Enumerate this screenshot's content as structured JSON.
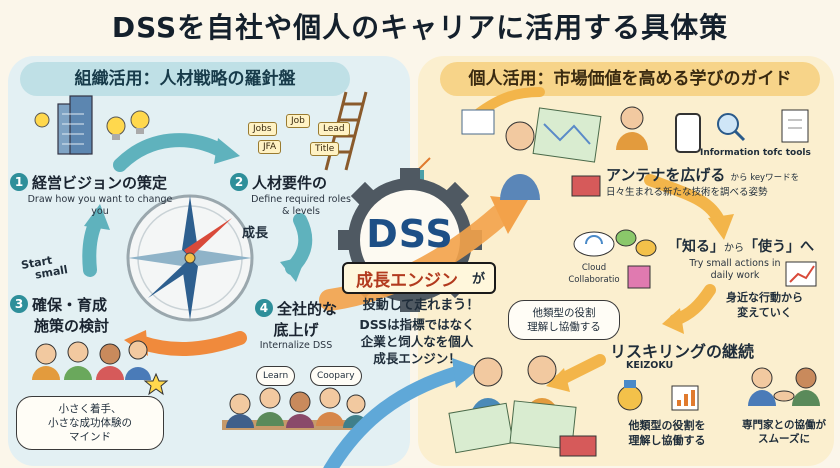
{
  "title": "DSSを自社や個人のキャリアに活用する具体策",
  "left": {
    "banner": "組織活用：人材戦略の羅針盤",
    "step1": {
      "num": "1",
      "title": "経営ビジョンの策定",
      "en": "Draw how you want to change you"
    },
    "step2": {
      "num": "2",
      "title": "人材要件の",
      "en": "Define required roles & levels"
    },
    "step3": {
      "num": "3",
      "title_line1": "確保・育成",
      "title_line2": "施策の検討"
    },
    "step4": {
      "num": "4",
      "title_line1": "全社的な",
      "title_line2": "底上げ",
      "en": "Internalize DSS"
    },
    "start_small_line1": "Start",
    "start_small_line2": "small",
    "growth_label": "成長",
    "job_tags": [
      "Jobs",
      "Job",
      "Lead",
      "JFA",
      "Title"
    ],
    "speech": [
      "Learn",
      "Coopary"
    ],
    "small_start_note": [
      "小さく着手、",
      "小さな成功体験の",
      "マインド"
    ]
  },
  "center": {
    "engine_logo": "DSS",
    "engine_label": "成長エンジン",
    "engine_suffix": "が",
    "engine_line2": "投動して走れまう！",
    "desc_line1": "DSSは指標ではなく",
    "desc_line2": "企業と饲人なを個人",
    "desc_line3": "成長エンジン！"
  },
  "right": {
    "banner": "個人活用：市場価値を高める学びのガイド",
    "info_tools": "Information tofc tools",
    "antenna_title": "アンテナを広げる",
    "antenna_small": "から keyワードを",
    "antenna_sub": "日々生まれる新たな技術を調べる姿勢",
    "know_use_a": "「知る」",
    "know_use_b": "から",
    "know_use_c": "「使う」",
    "know_use_d": "へ",
    "try_small_line1": "Try small actions in",
    "try_small_line2": "daily work",
    "cloud_label_line1": "Cloud",
    "cloud_label_line2": "Collaboratio",
    "near_action_line1": "身近な行動から",
    "near_action_line2": "変えていく",
    "role_bubble_line1": "他類型の役割",
    "role_bubble_line2": "理解し協働する",
    "reskilling_title": "リスキリングの継続",
    "keizoku": "KEIZOKU",
    "role_caption_line1": "他類型の役割を",
    "role_caption_line2": "理解し協働する",
    "expert_line1": "専門家との協働が",
    "expert_line2": "スムーズに"
  },
  "colors": {
    "teal": "#2e8f9a",
    "orange": "#f08a3c",
    "navy": "#1d4f86",
    "panel_left": "#e3f0f3",
    "panel_right": "#fbefcf"
  }
}
